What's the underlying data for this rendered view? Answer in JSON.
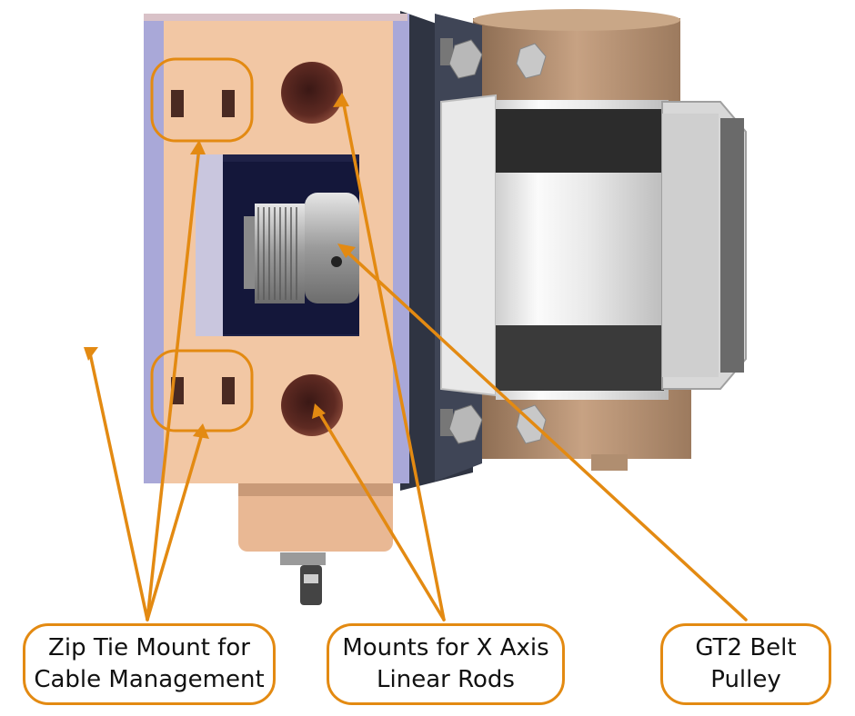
{
  "colors": {
    "accent_orange": "#E38A12",
    "plate_tan": "#F2C7A4",
    "plate_edge_lavender": "#A9A8D8",
    "motor_silver": "#D9D9D9",
    "bracket_dark": "#3A3F4E",
    "bronze": "#A88566"
  },
  "callouts": {
    "zip_tie": {
      "line1": "Zip Tie Mount for",
      "line2": "Cable Management"
    },
    "linear_rods": {
      "line1": "Mounts for X Axis",
      "line2": "Linear Rods"
    },
    "belt_pulley": {
      "line1": "GT2 Belt",
      "line2": "Pulley"
    }
  }
}
